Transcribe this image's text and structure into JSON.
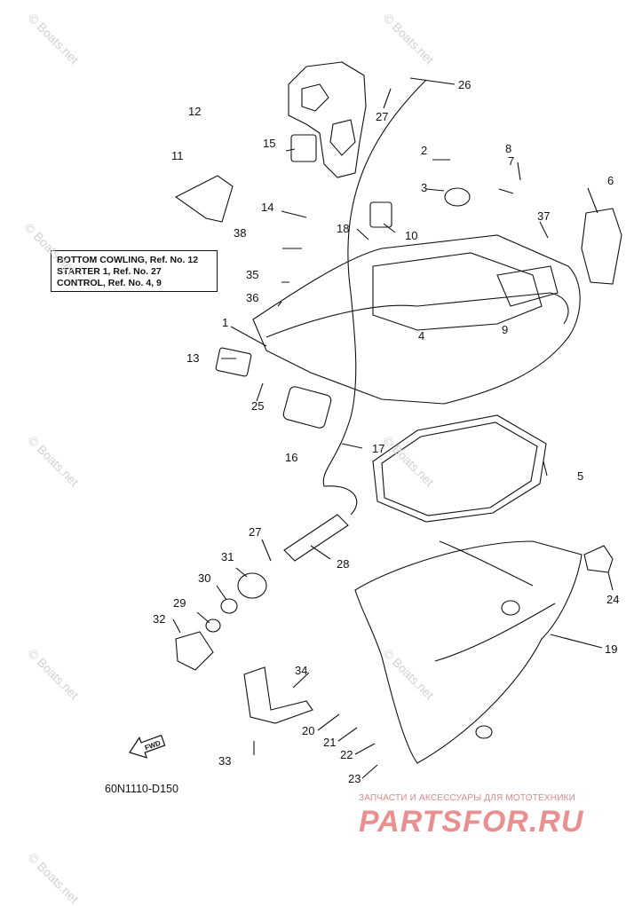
{
  "callouts": [
    "1",
    "2",
    "3",
    "4",
    "5",
    "6",
    "7",
    "8",
    "9",
    "10",
    "11",
    "12",
    "13",
    "14",
    "15",
    "16",
    "17",
    "18",
    "19",
    "20",
    "21",
    "22",
    "23",
    "24",
    "25",
    "26",
    "27",
    "27",
    "28",
    "29",
    "30",
    "31",
    "32",
    "33",
    "34",
    "35",
    "36",
    "37",
    "38"
  ],
  "note_box": {
    "lines": [
      "BOTTOM COWLING, Ref. No. 12",
      "STARTER 1, Ref. No. 27",
      "CONTROL, Ref. No. 4, 9"
    ]
  },
  "fwd_label": "FWD",
  "diagram_code": "60N1110-D150",
  "branding": {
    "tagline": "ЗАПЧАСТИ И АКСЕССУАРЫ ДЛЯ МОТОТЕХНИКИ",
    "logo": "PARTSFOR.RU",
    "color": "#ea8f8f"
  },
  "watermark": "© Boats.net"
}
